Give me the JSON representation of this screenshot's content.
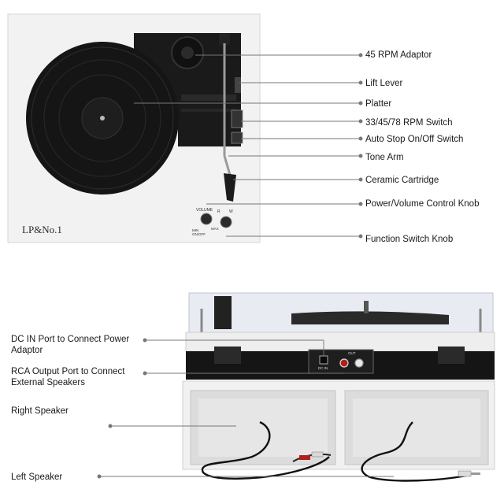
{
  "product": {
    "brand_logo": "LP&No.1",
    "control_marks": {
      "volume": "VOLUME",
      "min": "MIN",
      "on_off": "ON/OFF",
      "max": "MAX",
      "function_left": "R",
      "function_right": "W",
      "dc_port": "DC IN",
      "out": "OUT"
    }
  },
  "top_callouts": [
    {
      "id": "adaptor",
      "label": "45 RPM Adaptor"
    },
    {
      "id": "lift-lever",
      "label": "Lift Lever"
    },
    {
      "id": "platter",
      "label": "Platter"
    },
    {
      "id": "rpm-switch",
      "label": "33/45/78 RPM Switch"
    },
    {
      "id": "auto-stop",
      "label": "Auto Stop On/Off Switch"
    },
    {
      "id": "tone-arm",
      "label": "Tone Arm"
    },
    {
      "id": "cartridge",
      "label": "Ceramic Cartridge"
    },
    {
      "id": "power-volume",
      "label": "Power/Volume Control Knob"
    },
    {
      "id": "function-knob",
      "label": "Function Switch Knob"
    }
  ],
  "bottom_callouts": [
    {
      "id": "dc-in",
      "label": "DC IN Port to Connect Power Adaptor"
    },
    {
      "id": "rca",
      "label": "RCA Output Port to Connect External Speakers"
    },
    {
      "id": "right-speaker",
      "label": "Right Speaker"
    },
    {
      "id": "left-speaker",
      "label": "Left Speaker"
    }
  ],
  "colors": {
    "body_white": "#f1f1f1",
    "deck_black": "#161616",
    "leader_line": "#777777",
    "speaker_grey": "#d9d9d9"
  }
}
